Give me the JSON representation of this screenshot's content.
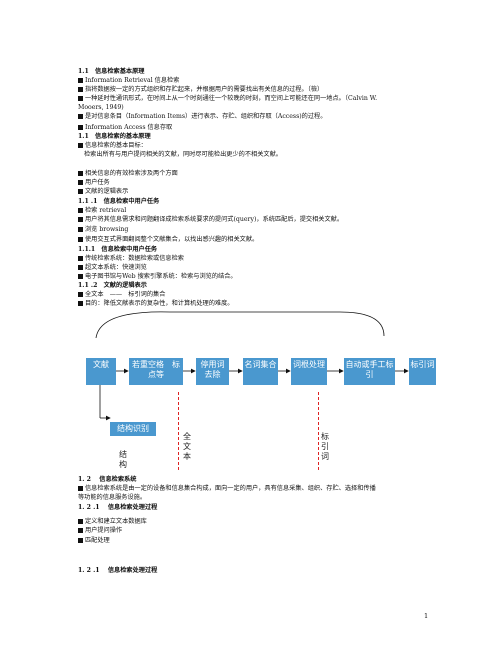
{
  "lines": [
    {
      "text": "1.1　信息检索基本原理",
      "bold": true
    },
    {
      "text": "Information Retrieval  信息检索",
      "bullet": true
    },
    {
      "text": "指将数据按一定的方式组织和存贮起来，并根据用户的需要找出有关信息的过程。（檢）",
      "bullet": true
    },
    {
      "text": "一种延时性通讯形式，在时间上从一个时刻通往一个较晚的时刻，而空间上可能还在同一地点。（Calvin   W.",
      "bullet": true
    },
    {
      "text": "Mooers, 1949)"
    },
    {
      "text": "是对信息条目（Information Items）进行表示、存贮、组织和存取（Access)的过程。",
      "bullet": true
    },
    {
      "text": "Information Access  信息存取",
      "bullet": true
    },
    {
      "text": "1.1　信息检索的基本原理",
      "bold": true
    },
    {
      "text": "信息检索的基本目标：",
      "bullet": true
    },
    {
      "text": "检索出所有与用户提问相关的文献，同时尽可能检出更少的不相关文献。",
      "indent": true
    },
    {
      "text": "相关信息的有效检索涉及两个方面",
      "bullet": true
    },
    {
      "text": "用户任务",
      "bullet": true
    },
    {
      "text": "文献的逻辑表示",
      "bullet": true
    },
    {
      "text": "1.1 .1　信息检索中用户任务",
      "bold": true
    },
    {
      "text": "检索  retrieval",
      "bullet": true
    },
    {
      "text": "用户将其信息需求和问题翻译成检索系统要求的提问式(query)，系统匹配后，提交相关文献。",
      "bullet": true
    },
    {
      "text": "浏览  browsing",
      "bullet": true
    },
    {
      "text": "使用交互式界面翻阅整个文献集合，以找出感兴趣的相关文献。",
      "bullet": true
    },
    {
      "text": "1.1.1　信息检索中用户任务",
      "bold": true
    },
    {
      "text": "传统检索系统：数据检索或信息检索",
      "bullet": true
    },
    {
      "text": "超文本系统：快速浏览",
      "bullet": true
    },
    {
      "text": "电子图书馆与Web 搜索引擎系统：检索与浏览的结合。",
      "bullet": true
    },
    {
      "text": "1.1 .2　文献的逻辑表示",
      "bold": true
    },
    {
      "text": "全文本　——　标引词的集合",
      "bullet": true
    },
    {
      "text": "目的：降低文献表示的复杂性，和计算机处理的难度。",
      "bullet": true
    }
  ],
  "diagram": {
    "boxes": [
      "文献",
      "若重空格　标点等",
      "停用词　去除",
      "名词集合",
      "词根处理",
      "自动或手工标引",
      "标引词"
    ],
    "structure_box": "结构识别",
    "labels": {
      "structure": "结\n构",
      "fulltext": "全\n文\n本",
      "index": "标\n引\n词"
    }
  },
  "lines2": [
    {
      "text": "1. 2　 信息检索系统",
      "bold": true
    },
    {
      "text": "信息检索系统是由一定的设备和信息集合构成，面向一定的用户，具有信息采集、组织、存贮、选择和传播",
      "bullet": true
    },
    {
      "text": "等功能的信息服务设施。"
    },
    {
      "text": "1. 2 .1　 信息检索处理过程",
      "bold": true
    },
    {
      "text": "定义和建立文本数据库",
      "bullet": true
    },
    {
      "text": "用户提问操作",
      "bullet": true
    },
    {
      "text": "匹配处理",
      "bullet": true
    },
    {
      "text": "1. 2 .1　 信息检索处理过程",
      "bold": true
    }
  ],
  "page_number": "1"
}
